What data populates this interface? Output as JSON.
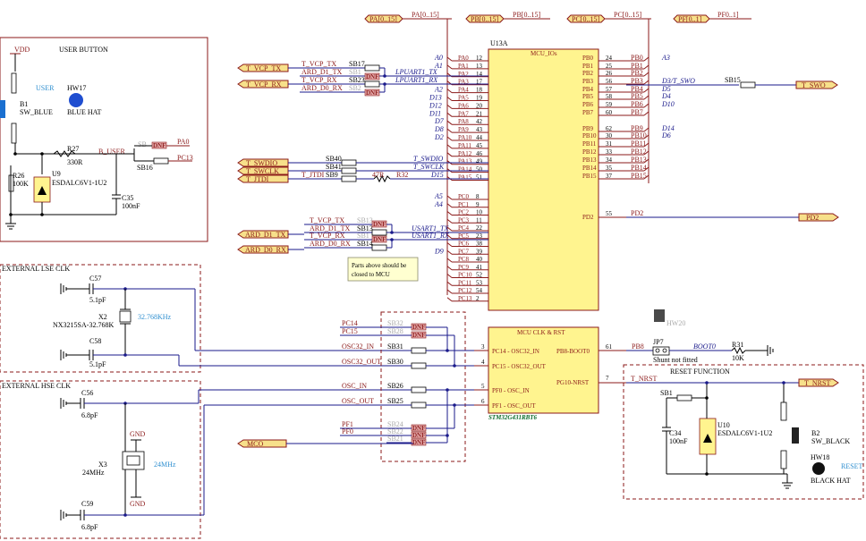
{
  "top_buses": [
    {
      "label": "PA[0..15]",
      "net": "PA[0..15]"
    },
    {
      "label": "PB[0..15]",
      "net": "PB[0..15]"
    },
    {
      "label": "PC[0..15]",
      "net": "PC[0..15]"
    },
    {
      "label": "PF[0..1]",
      "net": "PF0..1]"
    }
  ],
  "mcu": {
    "ref": "U13A",
    "title": "MCU_IOs",
    "clk_title": "MCU CLK & RST",
    "part": "STM32G431RBT6",
    "left_pins": [
      {
        "name": "PA0",
        "num": "12",
        "sig": "A0"
      },
      {
        "name": "PA1",
        "num": "13",
        "sig": "A1"
      },
      {
        "name": "PA2",
        "num": "14",
        "sig": ""
      },
      {
        "name": "PA3",
        "num": "17",
        "sig": ""
      },
      {
        "name": "PA4",
        "num": "18",
        "sig": "A2"
      },
      {
        "name": "PA5",
        "num": "19",
        "sig": "D13"
      },
      {
        "name": "PA6",
        "num": "20",
        "sig": "D12"
      },
      {
        "name": "PA7",
        "num": "21",
        "sig": "D11"
      },
      {
        "name": "PA8",
        "num": "42",
        "sig": "D7"
      },
      {
        "name": "PA9",
        "num": "43",
        "sig": "D8"
      },
      {
        "name": "PA10",
        "num": "44",
        "sig": "D2"
      },
      {
        "name": "PA11",
        "num": "45",
        "sig": ""
      },
      {
        "name": "PA12",
        "num": "46",
        "sig": ""
      },
      {
        "name": "PA13",
        "num": "49",
        "sig": ""
      },
      {
        "name": "PA14",
        "num": "50",
        "sig": ""
      },
      {
        "name": "PA15",
        "num": "51",
        "sig": ""
      },
      {
        "name": "PC0",
        "num": "8",
        "sig": "A5"
      },
      {
        "name": "PC1",
        "num": "9",
        "sig": "A4"
      },
      {
        "name": "PC2",
        "num": "10",
        "sig": ""
      },
      {
        "name": "PC3",
        "num": "11",
        "sig": ""
      },
      {
        "name": "PC4",
        "num": "22",
        "sig": ""
      },
      {
        "name": "PC5",
        "num": "23",
        "sig": ""
      },
      {
        "name": "PC6",
        "num": "38",
        "sig": ""
      },
      {
        "name": "PC7",
        "num": "39",
        "sig": "D9"
      },
      {
        "name": "PC8",
        "num": "40",
        "sig": ""
      },
      {
        "name": "PC9",
        "num": "41",
        "sig": ""
      },
      {
        "name": "PC10",
        "num": "52",
        "sig": ""
      },
      {
        "name": "PC11",
        "num": "53",
        "sig": ""
      },
      {
        "name": "PC12",
        "num": "54",
        "sig": ""
      },
      {
        "name": "PC13",
        "num": "2",
        "sig": ""
      }
    ],
    "right_pins": [
      {
        "name": "PB0",
        "num": "24",
        "net": "PB0",
        "sig": "A3"
      },
      {
        "name": "PB1",
        "num": "25",
        "net": "PB1",
        "sig": ""
      },
      {
        "name": "PB2",
        "num": "26",
        "net": "PB2",
        "sig": ""
      },
      {
        "name": "PB3",
        "num": "56",
        "net": "PB3",
        "sig": "D3/T_SWO"
      },
      {
        "name": "PB4",
        "num": "57",
        "net": "PB4",
        "sig": "D5"
      },
      {
        "name": "PB5",
        "num": "58",
        "net": "PB5",
        "sig": "D4"
      },
      {
        "name": "PB6",
        "num": "59",
        "net": "PB6",
        "sig": "D10"
      },
      {
        "name": "PB7",
        "num": "60",
        "net": "PB7",
        "sig": ""
      },
      {
        "name": "PB9",
        "num": "62",
        "net": "PB9",
        "sig": "D14"
      },
      {
        "name": "PB10",
        "num": "30",
        "net": "PB10",
        "sig": "D6"
      },
      {
        "name": "PB11",
        "num": "31",
        "net": "PB11",
        "sig": ""
      },
      {
        "name": "PB12",
        "num": "33",
        "net": "PB12",
        "sig": ""
      },
      {
        "name": "PB13",
        "num": "34",
        "net": "PB13",
        "sig": ""
      },
      {
        "name": "PB14",
        "num": "35",
        "net": "PB14",
        "sig": ""
      },
      {
        "name": "PB15",
        "num": "37",
        "net": "PB15",
        "sig": ""
      }
    ],
    "pd2": {
      "name": "PD2",
      "num": "55",
      "net": "PD2"
    },
    "clk_pins": [
      {
        "name": "PC14 - OSC32_IN",
        "num": "3"
      },
      {
        "name": "PC15 - OSC32_OUT",
        "num": "4"
      },
      {
        "name": "PF0 - OSC_IN",
        "num": "5"
      },
      {
        "name": "PF1 - OSC_OUT",
        "num": "6"
      }
    ],
    "boot_pin": {
      "name": "PB8-BOOT0",
      "num": "61",
      "net": "PB8"
    },
    "rst_pin": {
      "name": "PG10-NRST",
      "num": "7",
      "net": "T_NRST"
    }
  },
  "ports": {
    "t_vcp_tx": "T_VCP_TX",
    "t_vcp_rx": "T_VCP_RX",
    "t_swdio": "T_SWDIO",
    "t_swclk": "T_SWCLK",
    "t_jtdi": "T_JTDI",
    "ard_d1_tx": "ARD_D1_TX",
    "ard_d0_rx": "ARD_D0_RX",
    "t_swo": "T_SWO",
    "pd2": "PD2",
    "t_nrst": "T_NRST",
    "mco": "MCO"
  },
  "uart_block": {
    "nets": [
      "T_VCP_TX",
      "ARD_D1_TX",
      "T_VCP_RX",
      "ARD_D0_RX"
    ],
    "sbs": [
      "SB17",
      "SB1",
      "SB23",
      "SB2"
    ],
    "sig_tx": "LPUART1_TX",
    "sig_rx": "LPUART1_RX"
  },
  "swd_block": {
    "nets": [
      "T_SWDIO",
      "T_SWCLK",
      "T_JTDI"
    ],
    "sbs": [
      "SB40",
      "SB41",
      "SB9"
    ],
    "sig": [
      "T_SWDIO",
      "T_SWCLK",
      "D15"
    ],
    "r32": "R32",
    "r32v": "47R"
  },
  "usart_block": {
    "nets": [
      "T_VCP_TX",
      "ARD_D1_TX",
      "T_VCP_RX",
      "ARD_D0_RX"
    ],
    "sbs": [
      "SB13",
      "SB13",
      "SB1",
      "SB14"
    ],
    "sig_tx": "USART1_TX",
    "sig_rx": "USART1_RX"
  },
  "note": [
    "Parts above should be",
    "closed to MCU"
  ],
  "user_button": {
    "title": "USER BUTTON",
    "vdd": "VDD",
    "user": "USER",
    "hw": "HW17",
    "hat": "BLUE HAT",
    "b1": "B1",
    "sw": "SW_BLUE",
    "r27": "R27",
    "r27v": "330R",
    "b_user": "B_USER",
    "sb": "SB",
    "dnf": "DNF",
    "pa0": "PA0",
    "sb16": "SB16",
    "pc13": "PC13",
    "r26": "R26",
    "r26v": "100K",
    "u9": "U9",
    "esd": "ESDALC6V1-1U2",
    "c35": "C35",
    "c35v": "100nF"
  },
  "lse": {
    "title": "EXTERNAL LSE CLK",
    "c57": "C57",
    "c57v": "5.1pF",
    "x2": "X2",
    "x2p": "NX3215SA-32.768K",
    "freq": "32.768KHz",
    "c58": "C58",
    "c58v": "5.1pF"
  },
  "hse": {
    "title": "EXTERNAL HSE CLK",
    "c56": "C56",
    "c56v": "6.8pF",
    "x3": "X3",
    "x3v": "24MHz",
    "freq": "24MHz",
    "gnd": "GND",
    "c59": "C59",
    "c59v": "6.8pF"
  },
  "clk_mux": {
    "rows": [
      {
        "net": "PC14",
        "sb": "SB32",
        "dnf": true
      },
      {
        "net": "PC15",
        "sb": "SB28",
        "dnf": true
      },
      {
        "net": "OSC32_IN",
        "sb": "SB31",
        "dnf": false
      },
      {
        "net": "OSC32_OUT",
        "sb": "SB30",
        "dnf": false
      },
      {
        "net": "OSC_IN",
        "sb": "SB26",
        "dnf": false
      },
      {
        "net": "OSC_OUT",
        "sb": "SB25",
        "dnf": false
      },
      {
        "net": "PF1",
        "sb": "SB24",
        "dnf": true
      },
      {
        "net": "PF0",
        "sb": "SB22",
        "dnf": true
      },
      {
        "net": "",
        "sb": "SB21",
        "dnf": true
      }
    ]
  },
  "boot": {
    "hw": "HW20",
    "jp": "JP7",
    "jpn": "Shunt not fitted",
    "sig": "BOOT0",
    "r": "R31",
    "rv": "10K"
  },
  "reset": {
    "title": "RESET FUNCTION",
    "sb": "SB1",
    "c34": "C34",
    "c34v": "100nF",
    "u10": "U10",
    "esd": "ESDALC6V1-1U2",
    "b2": "B2",
    "sw": "SW_BLACK",
    "hw": "HW18",
    "hat": "BLACK HAT",
    "reset": "RESET"
  },
  "dnf": "DNF"
}
